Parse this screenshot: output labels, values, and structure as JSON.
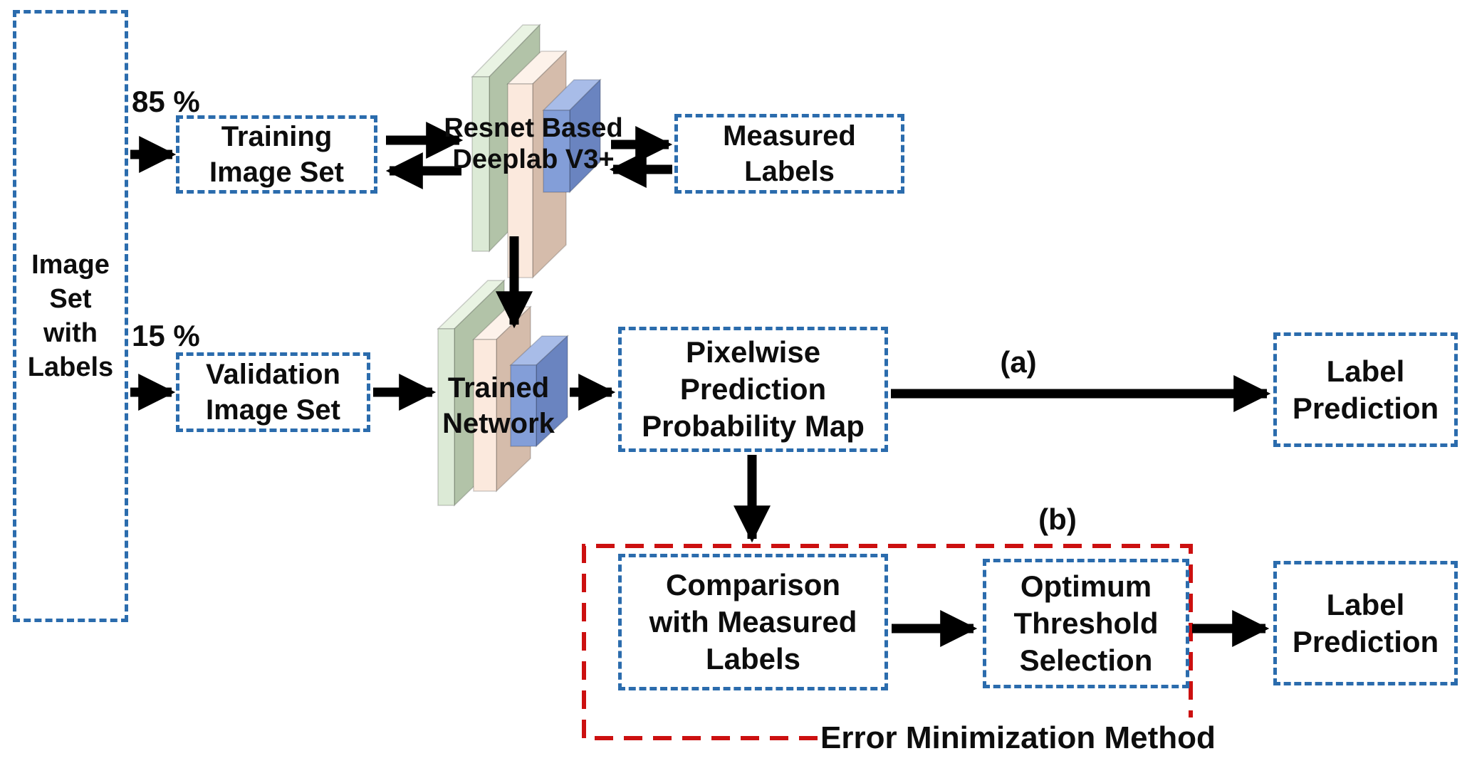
{
  "figure": {
    "colors": {
      "box_border": "#2b6cad",
      "group_border": "#cc1010",
      "arrow": "#000000",
      "text": "#0d0d0d",
      "green_front": "#dcead6",
      "green_top": "#e9f3e3",
      "green_side": "#b2c3a8",
      "peach_front": "#fbe9dd",
      "peach_top": "#fdf2ea",
      "peach_side": "#d5bcab",
      "blue_front": "#839ed8",
      "blue_top": "#a8bce8",
      "blue_side": "#6a84c0"
    },
    "nodes": {
      "image_set": {
        "lines": [
          "Image",
          "Set",
          "with",
          "Labels"
        ]
      },
      "training": {
        "lines": [
          "Training",
          "Image Set"
        ]
      },
      "resnet": {
        "lines": [
          "Resnet Based",
          "Deeplab V3+"
        ]
      },
      "measured": {
        "lines": [
          "Measured",
          "Labels"
        ]
      },
      "validation": {
        "lines": [
          "Validation",
          "Image Set"
        ]
      },
      "trained": {
        "lines": [
          "Trained",
          "Network"
        ]
      },
      "pixelwise": {
        "lines": [
          "Pixelwise",
          "Prediction",
          "Probability Map"
        ]
      },
      "label_pred_top": {
        "lines": [
          "Label",
          "Prediction"
        ]
      },
      "comparison": {
        "lines": [
          "Comparison",
          "with Measured",
          "Labels"
        ]
      },
      "optimum": {
        "lines": [
          "Optimum",
          "Threshold",
          "Selection"
        ]
      },
      "label_pred_bottom": {
        "lines": [
          "Label",
          "Prediction"
        ]
      }
    },
    "annotations": {
      "split_train": "85 %",
      "split_val": "15 %",
      "path_a": "(a)",
      "path_b": "(b)",
      "group_label": "Error Minimization Method"
    }
  }
}
